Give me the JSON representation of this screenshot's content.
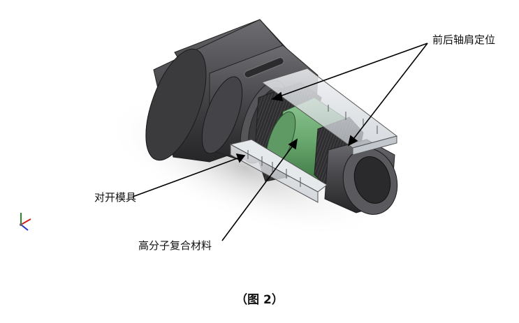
{
  "labels": {
    "shoulder_positioning": "前后轴肩定位",
    "split_mold": "对开模具",
    "polymer_composite": "高分子复合材料"
  },
  "caption": "（图 2）",
  "colors": {
    "shaft_dark": "#3c3c3e",
    "composite_green": "#69a86f",
    "glass_mold": "#d9dde2",
    "winding": "#3a3a3a"
  },
  "icons": [
    "axis-triad-icon"
  ]
}
